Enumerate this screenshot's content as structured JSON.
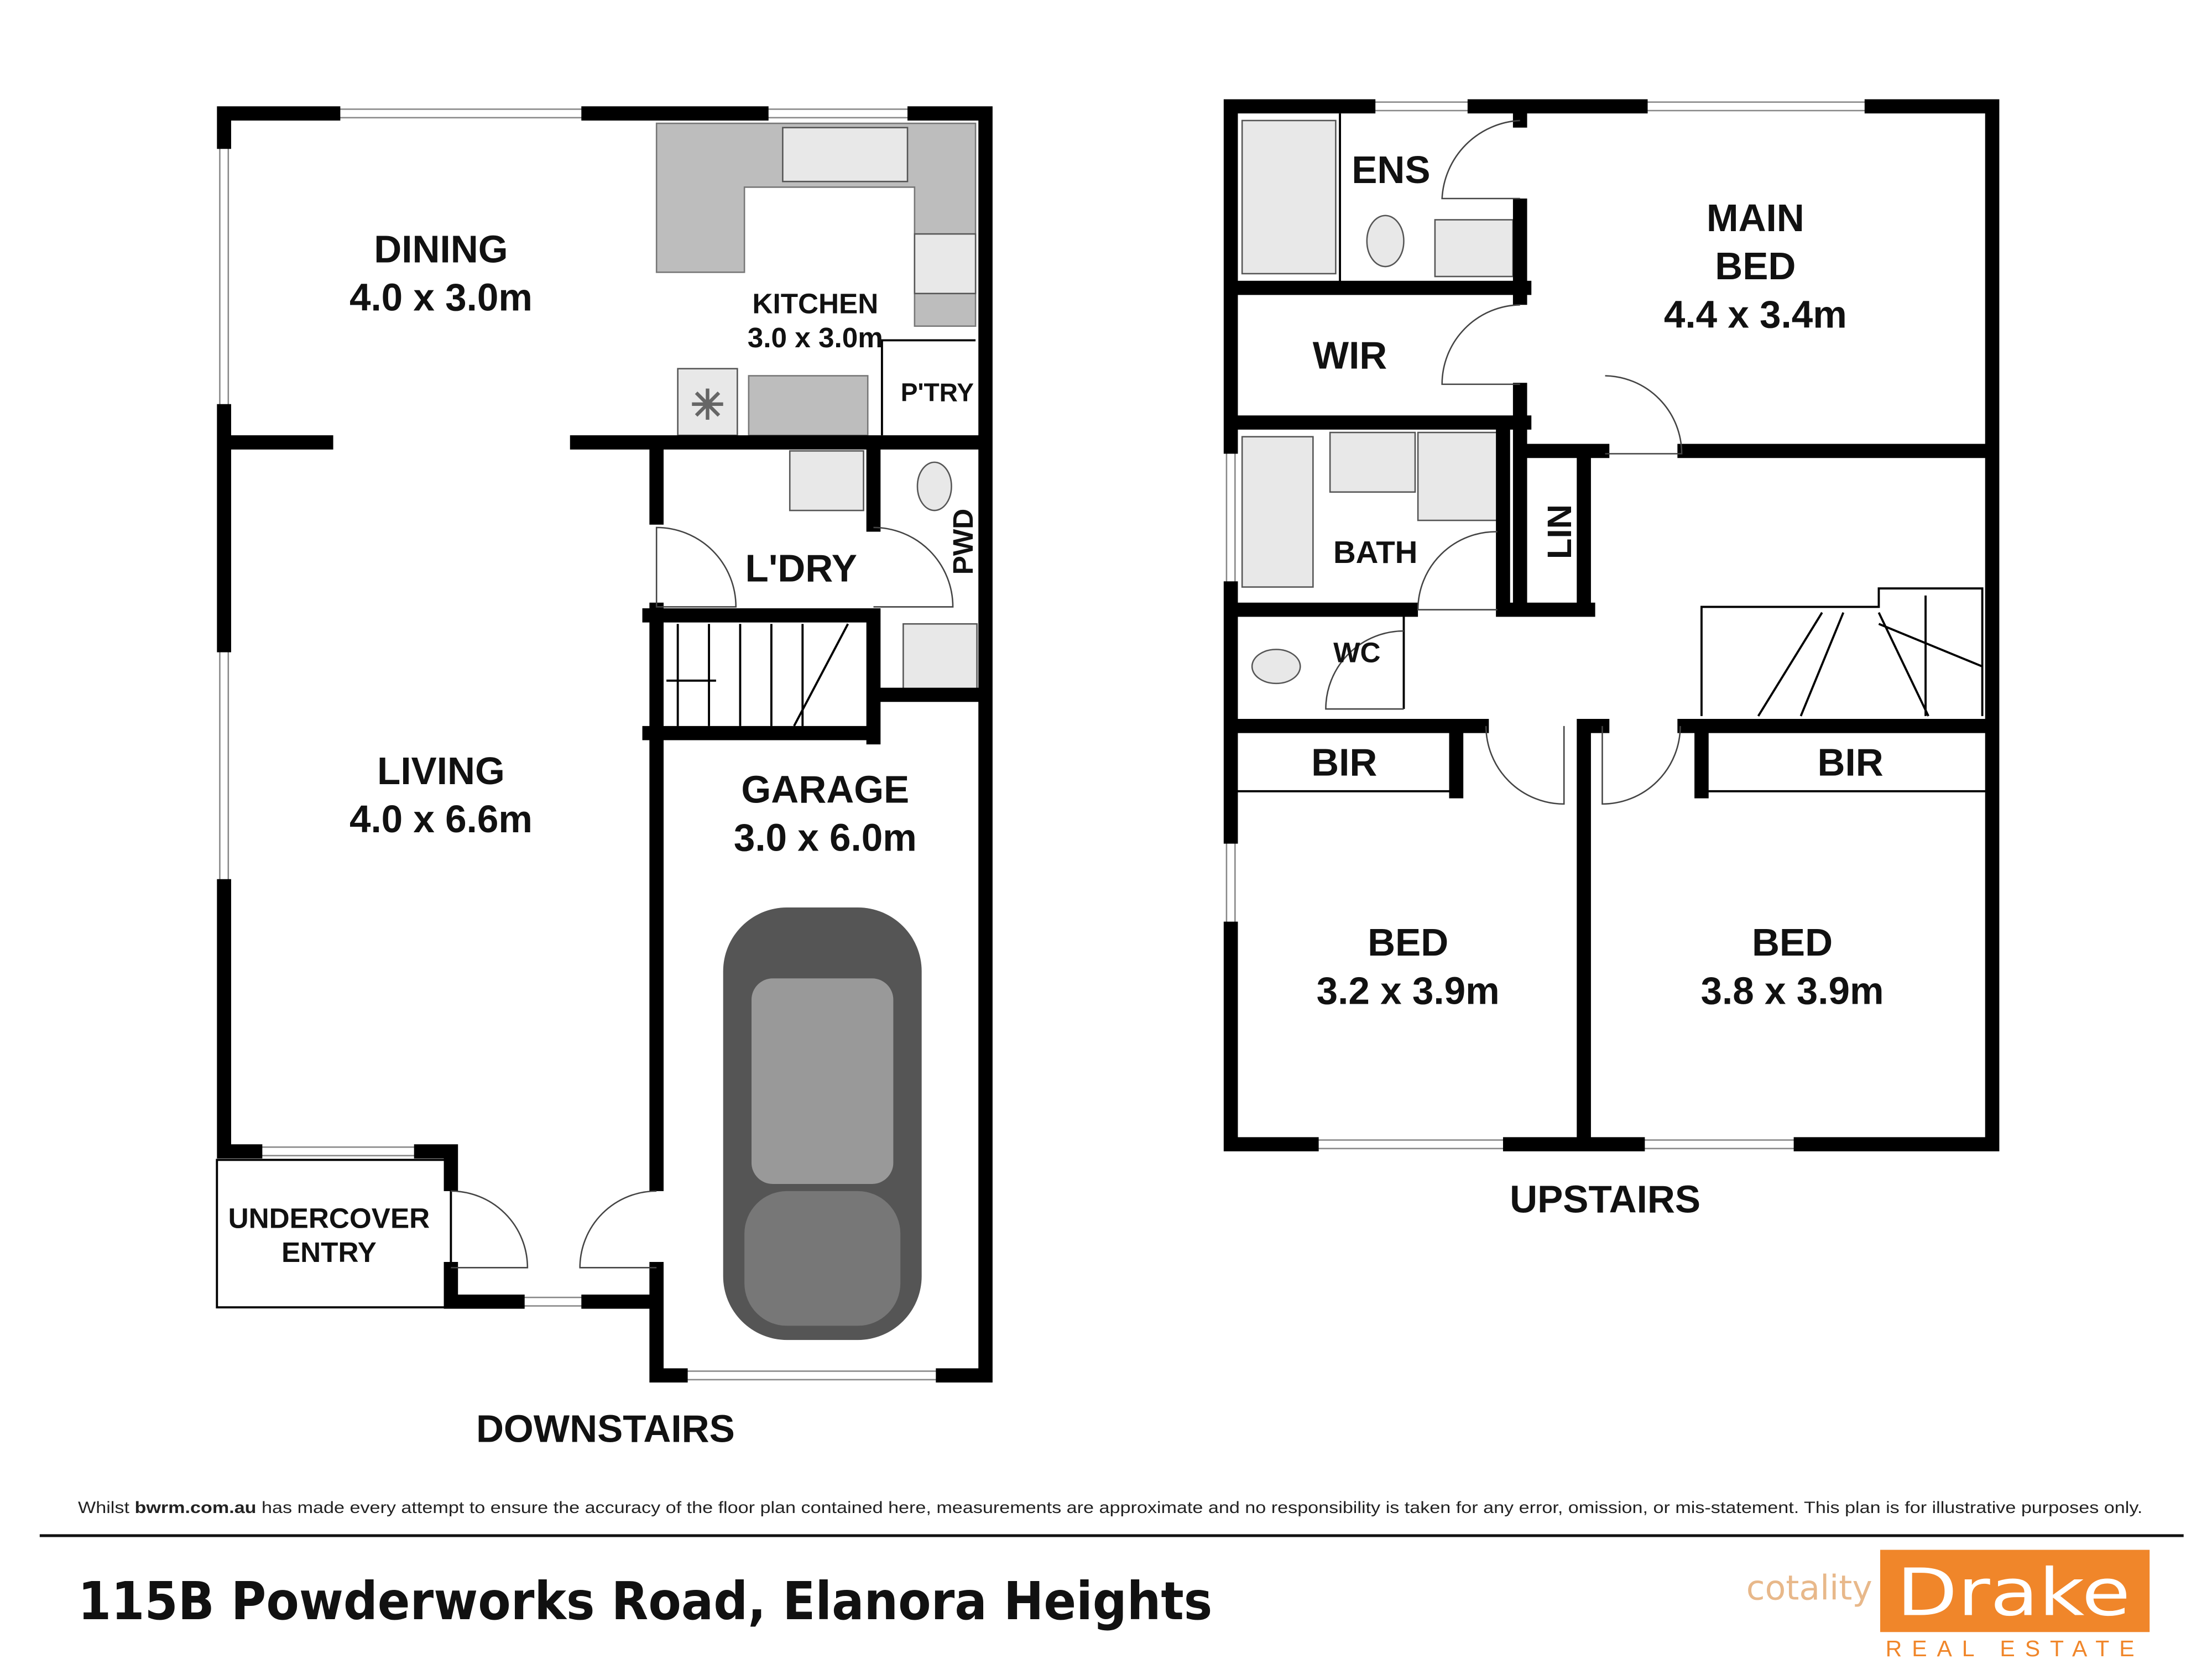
{
  "downstairs": {
    "title": "DOWNSTAIRS",
    "rooms": [
      {
        "name": "DINING",
        "size": "4.0 x 3.0m"
      },
      {
        "name": "KITCHEN",
        "size": "3.0 x 3.0m"
      },
      {
        "name": "P'TRY"
      },
      {
        "name": "L'DRY"
      },
      {
        "name": "PWD"
      },
      {
        "name": "LIVING",
        "size": "4.0 x 6.6m"
      },
      {
        "name": "GARAGE",
        "size": "3.0 x 6.0m"
      },
      {
        "name": "UNDERCOVER",
        "size": "ENTRY"
      }
    ]
  },
  "upstairs": {
    "title": "UPSTAIRS",
    "rooms": [
      {
        "name": "ENS"
      },
      {
        "name": "WIR"
      },
      {
        "name": "MAIN",
        "line2": "BED",
        "size": "4.4 x 3.4m"
      },
      {
        "name": "BATH"
      },
      {
        "name": "LIN"
      },
      {
        "name": "WC"
      },
      {
        "name": "BIR"
      },
      {
        "name": "BIR"
      },
      {
        "name": "BED",
        "size": "3.2 x 3.9m"
      },
      {
        "name": "BED",
        "size": "3.8 x 3.9m"
      }
    ]
  },
  "disclaimer": {
    "prefix": "Whilst ",
    "site": "bwrm.com.au",
    "rest": " has made every attempt to ensure the accuracy of the floor plan contained here, measurements are approximate and no responsibility is taken for any error, omission, or mis-statement. This plan is for illustrative purposes only."
  },
  "address": "115B Powderworks Road, Elanora Heights",
  "logo": {
    "brand": "Drake",
    "tagline": "REAL ESTATE",
    "watermark": "cotality",
    "color": "#f0862a"
  }
}
